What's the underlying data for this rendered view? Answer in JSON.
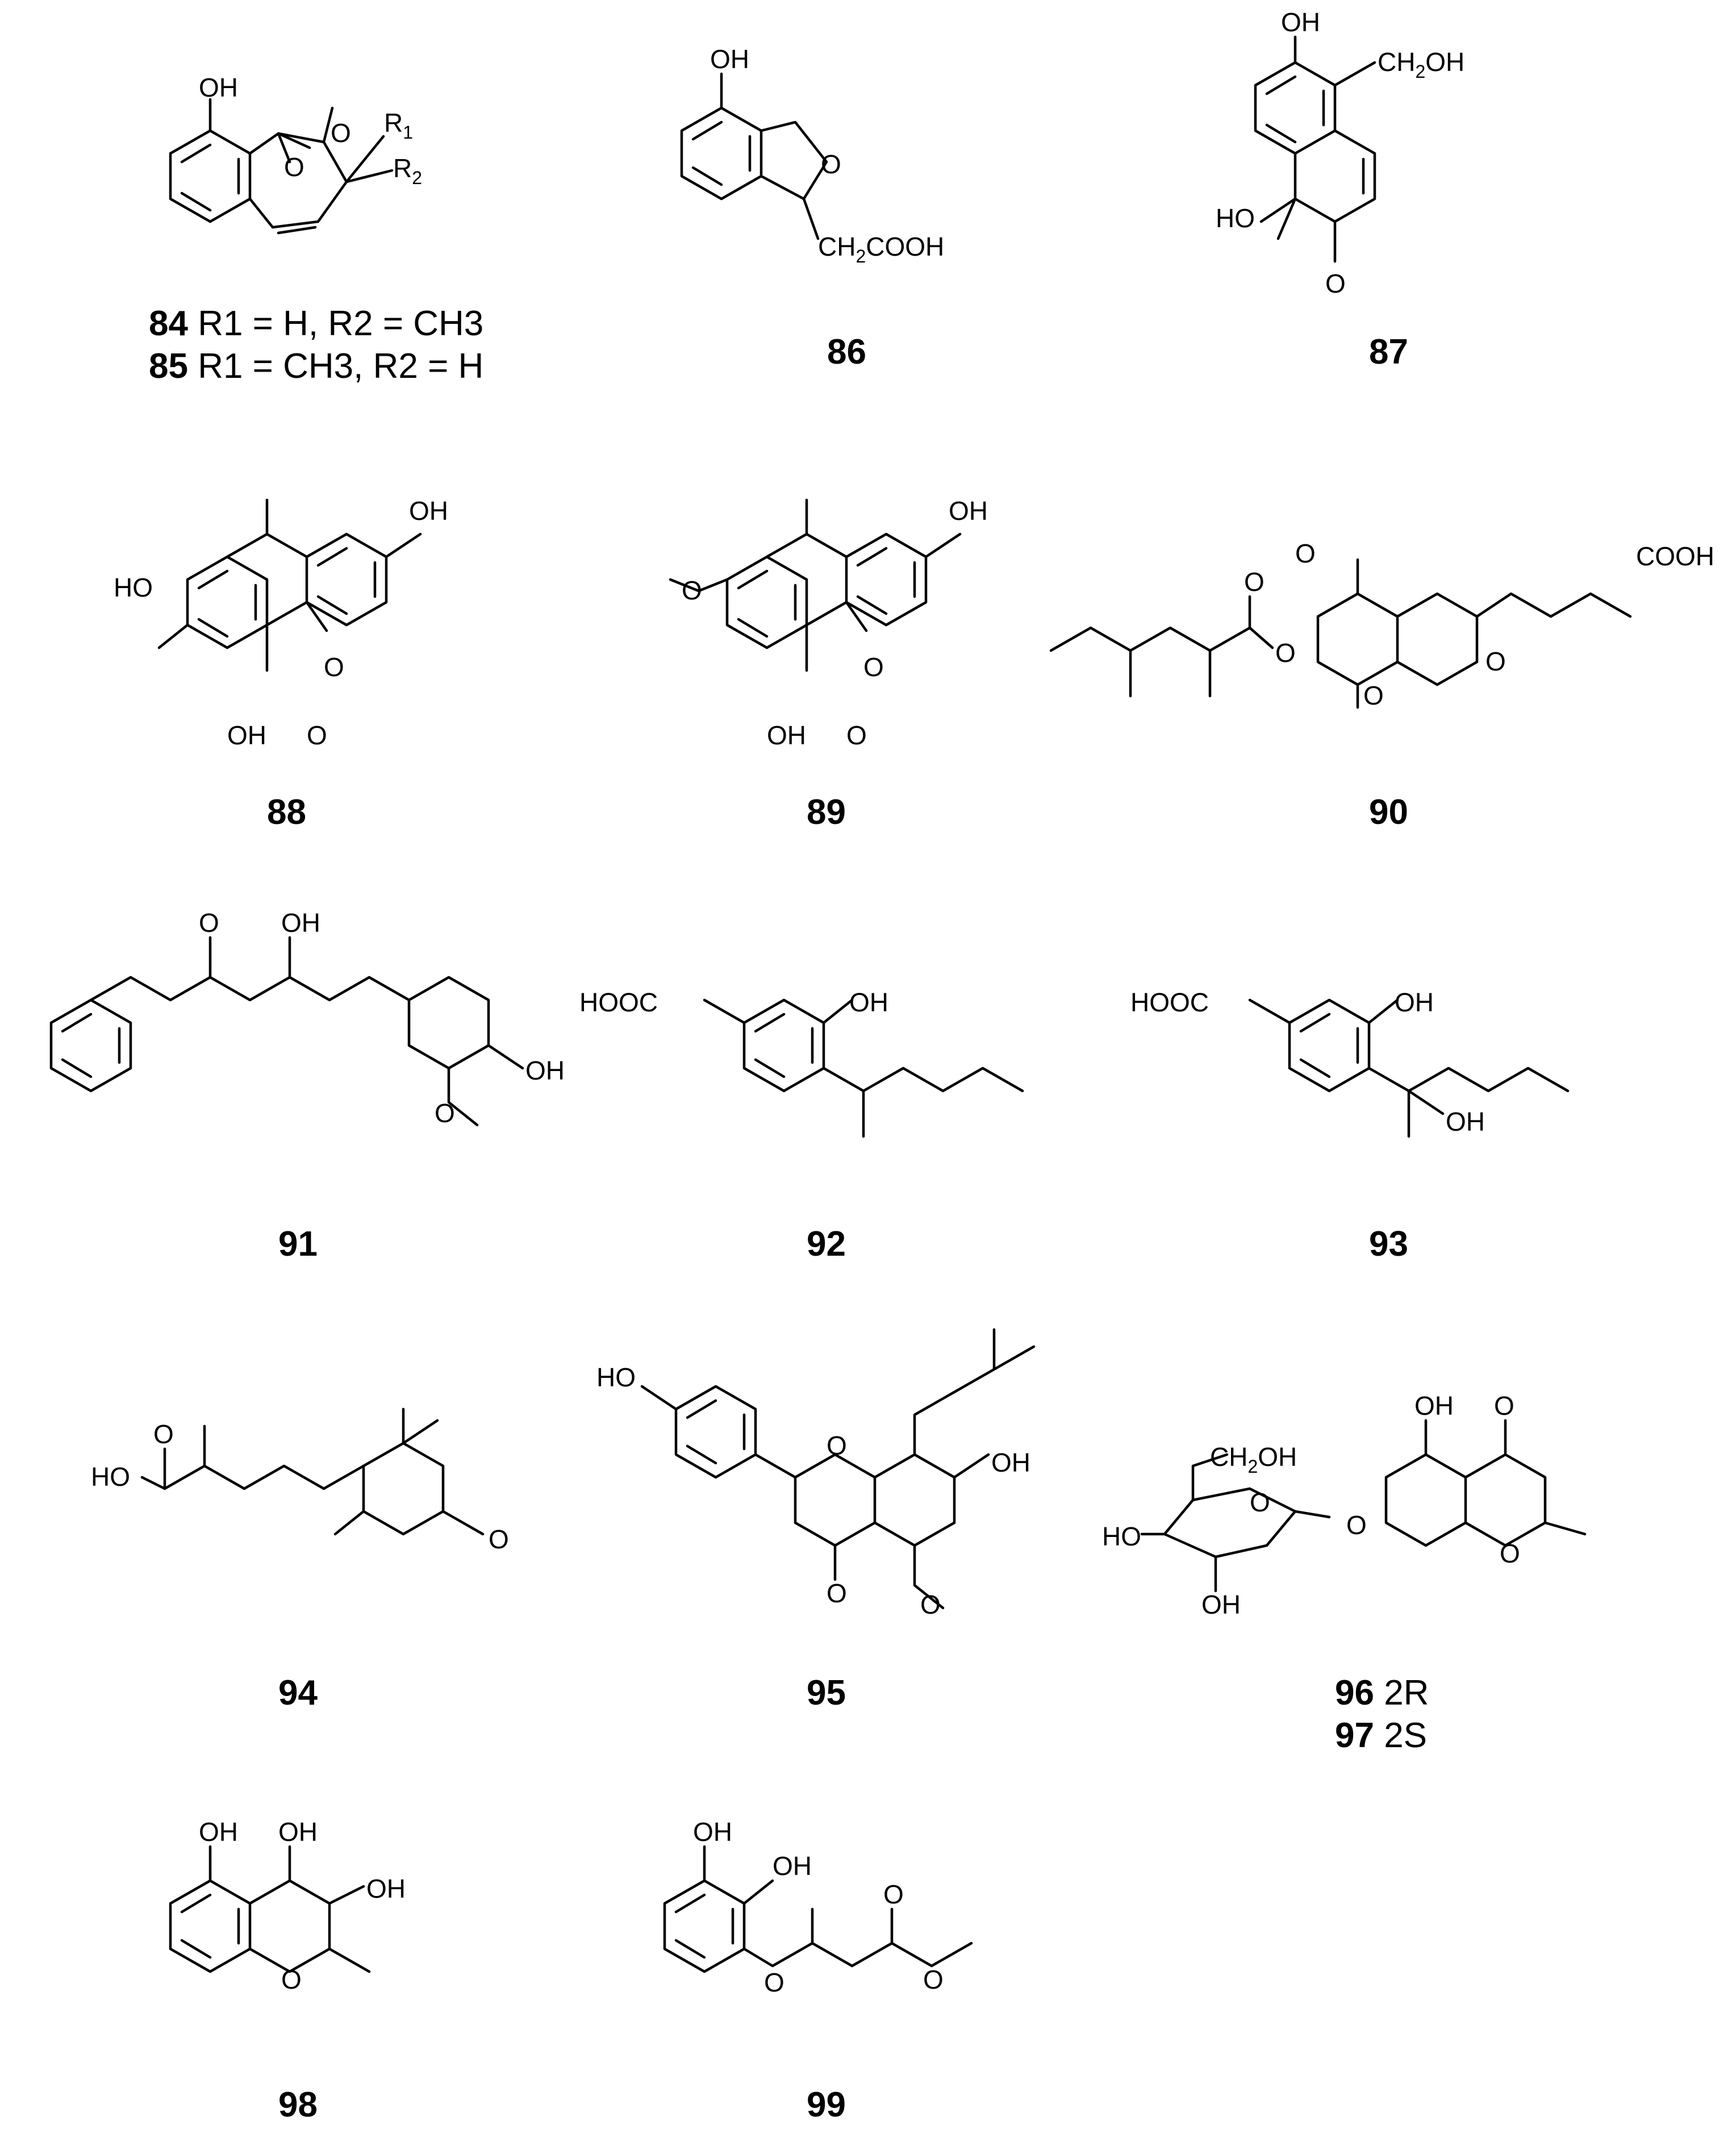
{
  "compounds": [
    {
      "id": "84",
      "label": "84",
      "detail": "R1 = H, R2 = CH3"
    },
    {
      "id": "85",
      "label": "85",
      "detail": "R1 = CH3, R2 = H"
    },
    {
      "id": "86",
      "label": "86"
    },
    {
      "id": "87",
      "label": "87"
    },
    {
      "id": "88",
      "label": "88"
    },
    {
      "id": "89",
      "label": "89"
    },
    {
      "id": "90",
      "label": "90"
    },
    {
      "id": "91",
      "label": "91"
    },
    {
      "id": "92",
      "label": "92"
    },
    {
      "id": "93",
      "label": "93"
    },
    {
      "id": "94",
      "label": "94"
    },
    {
      "id": "95",
      "label": "95"
    },
    {
      "id": "96",
      "label": "96",
      "detail": "2R"
    },
    {
      "id": "97",
      "label": "97",
      "detail": "2S"
    },
    {
      "id": "98",
      "label": "98"
    },
    {
      "id": "99",
      "label": "99"
    }
  ],
  "atom_labels": {
    "OH": "OH",
    "HO": "HO",
    "O": "O",
    "R": "R",
    "COOH": "COOH",
    "HOOC": "HOOC",
    "CH": "CH",
    "CH2COOH_tail": "COOH",
    "OH_tail": "OH",
    "sub1": "1",
    "sub2": "2",
    "sub3": "3",
    "eqH": "= H,",
    "eqCH": "= CH",
    "eqH_end": "= H",
    "comma": ",",
    "R_italic": "R",
    "S_italic": "S",
    "two": "2"
  }
}
